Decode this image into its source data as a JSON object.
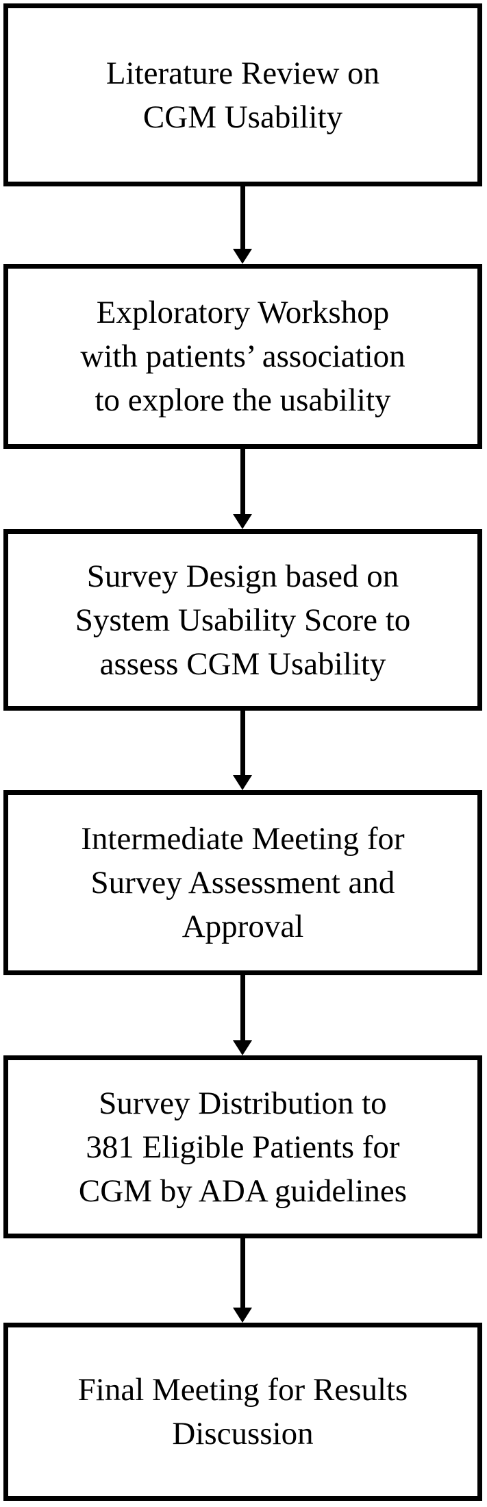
{
  "colors": {
    "background": "#ffffff",
    "box_border": "#000000",
    "text": "#000000"
  },
  "steps": [
    {
      "text": "Literature Review on\nCGM Usability"
    },
    {
      "text": "Exploratory Workshop\nwith patients’ association\nto explore the usability"
    },
    {
      "text": "Survey Design based on\nSystem Usability Score to\nassess CGM Usability"
    },
    {
      "text": "Intermediate Meeting for\nSurvey Assessment and\nApproval"
    },
    {
      "text": "Survey Distribution to\n381 Eligible Patients for\nCGM by ADA guidelines"
    },
    {
      "text": "Final Meeting for Results\nDiscussion"
    }
  ]
}
